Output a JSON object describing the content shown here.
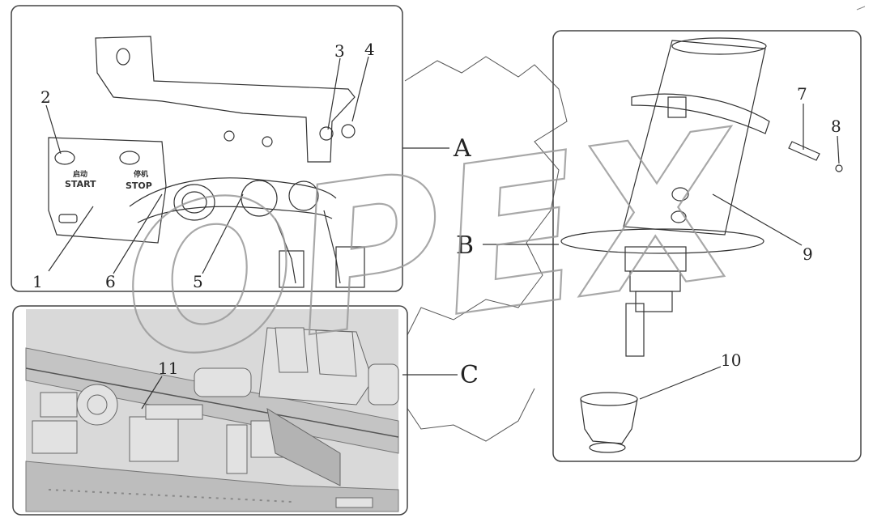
{
  "panels": {
    "a": {
      "label": "A",
      "callouts": [
        "1",
        "2",
        "3",
        "4",
        "5",
        "6"
      ],
      "button_start": "START",
      "button_start_cn": "启动",
      "button_stop": "STOP",
      "button_stop_cn": "停机"
    },
    "b": {
      "label": "B",
      "callouts": [
        "7",
        "8",
        "9",
        "10"
      ]
    },
    "c": {
      "label": "C",
      "callouts": [
        "11"
      ]
    }
  },
  "watermark": "OPEX",
  "colors": {
    "line": "#333333",
    "frame": "#444444",
    "photo_bg": "#d8d8d8",
    "watermark": "#9a9a9a"
  }
}
